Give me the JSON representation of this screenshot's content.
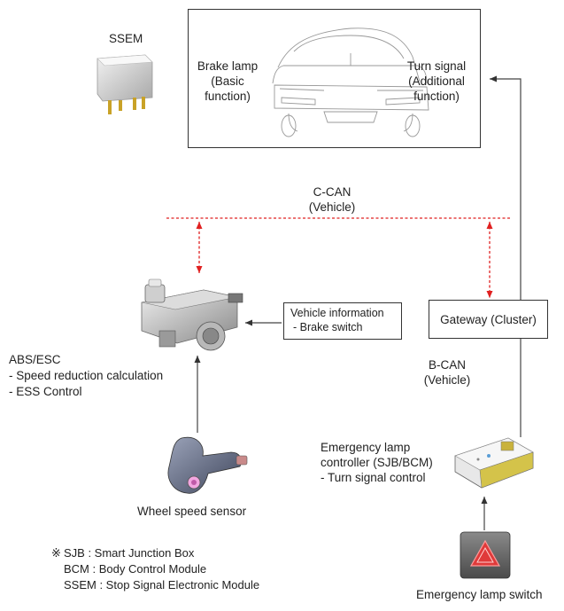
{
  "ssem": {
    "title": "SSEM"
  },
  "vehicle": {
    "brake_lamp": [
      "Brake lamp",
      "(Basic",
      "function)"
    ],
    "turn_signal": [
      "Turn signal",
      "(Additional",
      "function)"
    ]
  },
  "c_can": {
    "line1": "C-CAN",
    "line2": "(Vehicle)"
  },
  "vehicle_info": {
    "line1": "Vehicle information",
    "line2": "- Brake switch"
  },
  "gateway": {
    "label": "Gateway (Cluster)"
  },
  "abs_esc": {
    "lines": [
      "ABS/ESC",
      "- Speed reduction calculation",
      "- ESS Control"
    ]
  },
  "b_can": {
    "line1": "B-CAN",
    "line2": "(Vehicle)"
  },
  "emergency_controller": {
    "lines": [
      "Emergency lamp",
      "controller (SJB/BCM)",
      "- Turn signal control"
    ]
  },
  "wheel_sensor": {
    "label": "Wheel speed sensor"
  },
  "legend": {
    "symbol": "※",
    "lines": [
      "SJB : Smart Junction Box",
      "BCM : Body Control Module",
      "SSEM : Stop  Signal Electronic Module"
    ]
  },
  "emergency_switch": {
    "label": "Emergency lamp switch"
  },
  "colors": {
    "can_line": "#e02020",
    "line": "#444444"
  }
}
